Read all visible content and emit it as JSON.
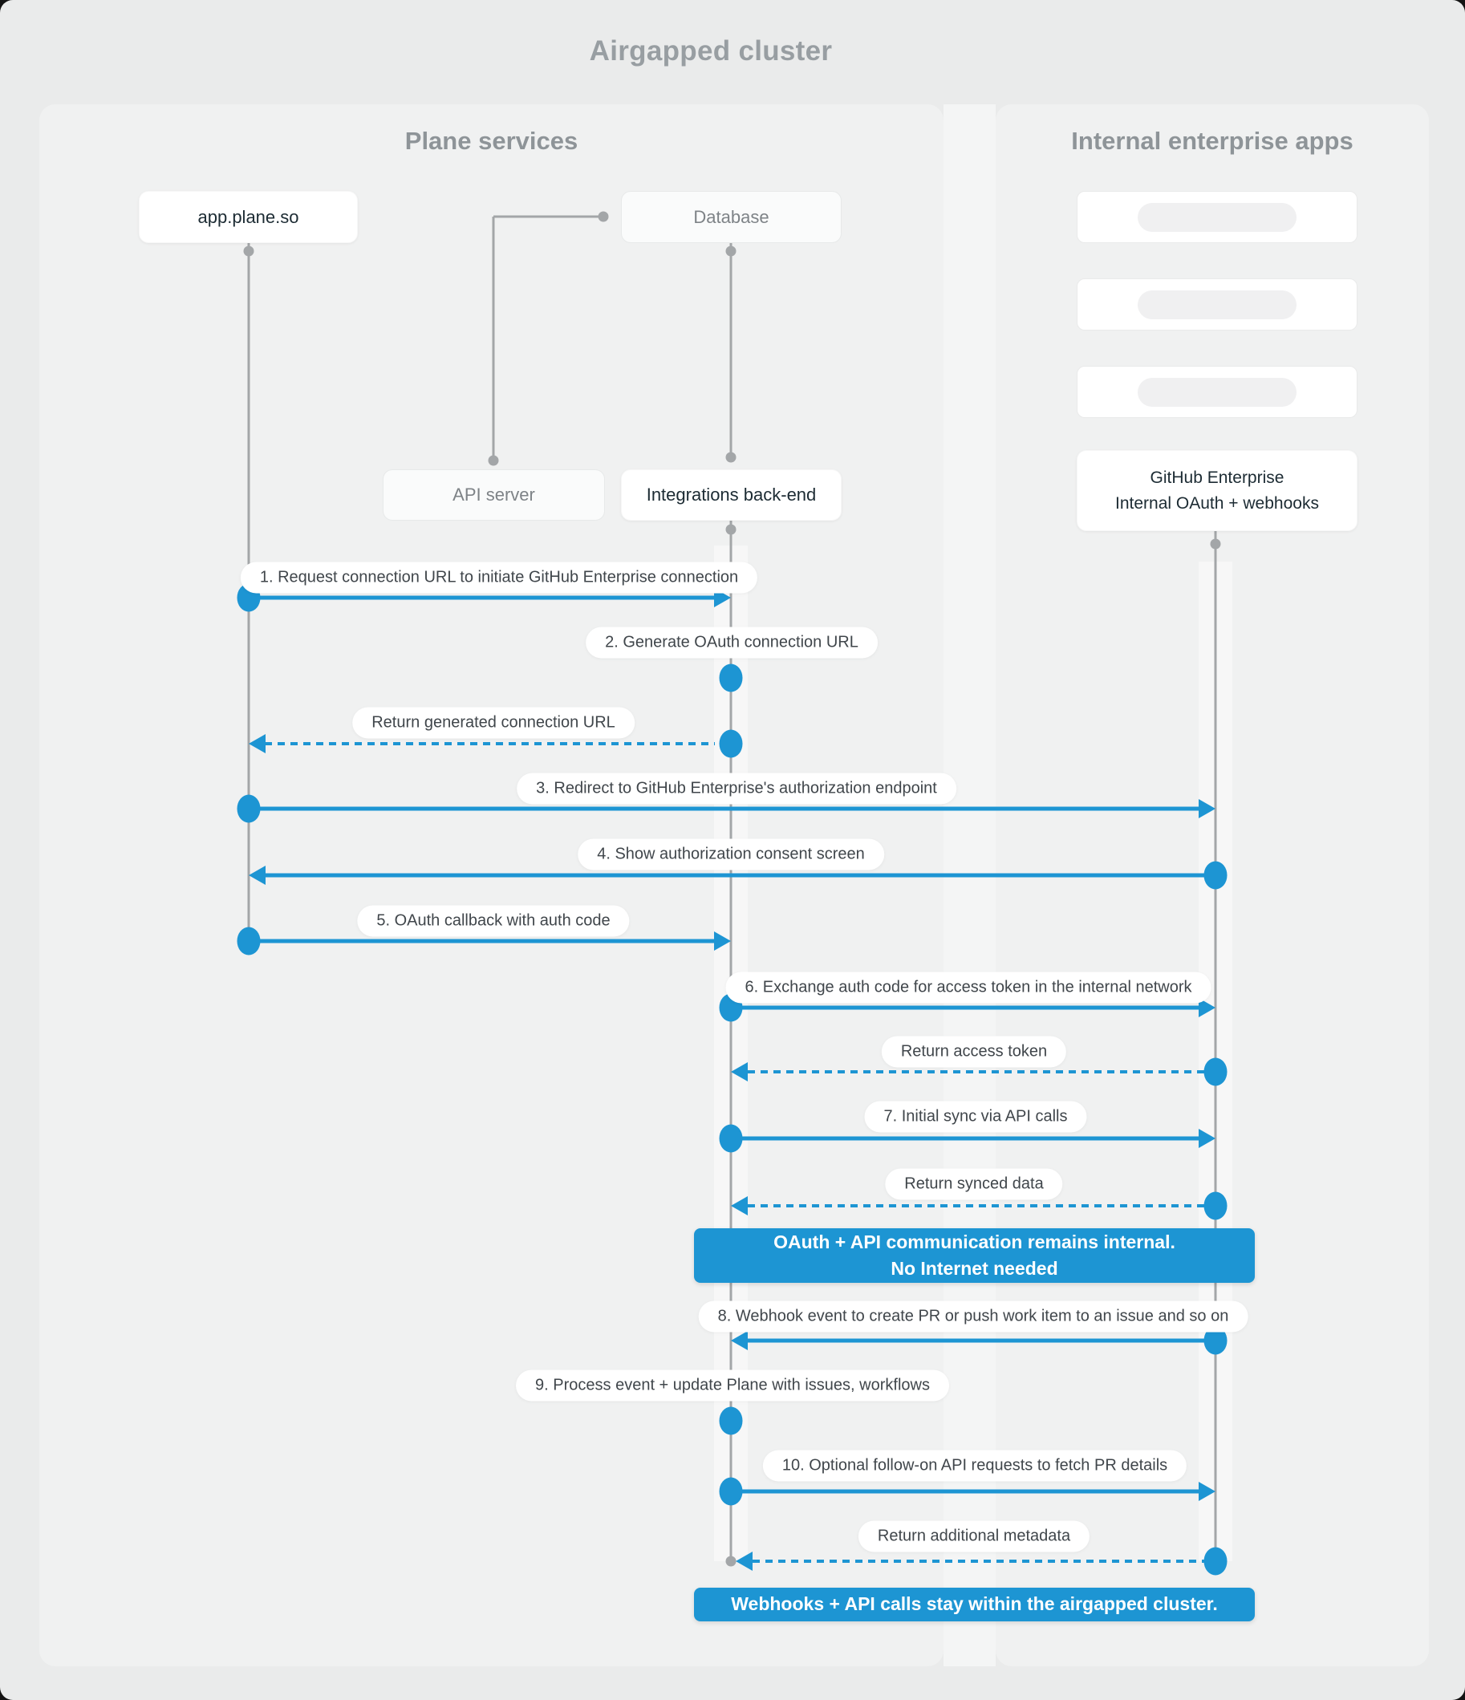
{
  "title": "Airgapped cluster",
  "panels": {
    "plane_services": {
      "title": "Plane services"
    },
    "internal_apps": {
      "title": "Internal enterprise apps"
    }
  },
  "actors": {
    "app_plane": {
      "label": "app.plane.so"
    },
    "database": {
      "label": "Database"
    },
    "api_server": {
      "label": "API server"
    },
    "integrations_backend": {
      "label": "Integrations back-end"
    },
    "github_enterprise": {
      "line1": "GitHub Enterprise",
      "line2": "Internal OAuth + webhooks"
    }
  },
  "messages": [
    {
      "label": "1. Request connection URL to initiate GitHub Enterprise connection",
      "from": "app.plane.so",
      "to": "Integrations back-end",
      "style": "solid"
    },
    {
      "label": "2. Generate OAuth connection URL",
      "from": "Integrations back-end",
      "to": "Integrations back-end",
      "style": "self"
    },
    {
      "label": "Return generated connection URL",
      "from": "Integrations back-end",
      "to": "app.plane.so",
      "style": "dashed"
    },
    {
      "label": "3. Redirect to GitHub Enterprise's authorization endpoint",
      "from": "app.plane.so",
      "to": "GitHub Enterprise",
      "style": "solid"
    },
    {
      "label": "4. Show authorization consent screen",
      "from": "GitHub Enterprise",
      "to": "app.plane.so",
      "style": "solid"
    },
    {
      "label": "5. OAuth callback with auth code",
      "from": "app.plane.so",
      "to": "Integrations back-end",
      "style": "solid"
    },
    {
      "label": "6. Exchange auth code for access token in the internal network",
      "from": "Integrations back-end",
      "to": "GitHub Enterprise",
      "style": "solid"
    },
    {
      "label": "Return access token",
      "from": "GitHub Enterprise",
      "to": "Integrations back-end",
      "style": "dashed"
    },
    {
      "label": "7. Initial sync via API calls",
      "from": "Integrations back-end",
      "to": "GitHub Enterprise",
      "style": "solid"
    },
    {
      "label": "Return synced data",
      "from": "GitHub Enterprise",
      "to": "Integrations back-end",
      "style": "dashed"
    },
    {
      "label": "8. Webhook event to create PR or push work item to an issue and so on",
      "from": "GitHub Enterprise",
      "to": "Integrations back-end",
      "style": "solid"
    },
    {
      "label": "9. Process event + update Plane with issues, workflows",
      "from": "Integrations back-end",
      "to": "Integrations back-end",
      "style": "self"
    },
    {
      "label": "10. Optional follow-on API requests to fetch PR details",
      "from": "Integrations back-end",
      "to": "GitHub Enterprise",
      "style": "solid"
    },
    {
      "label": "Return additional metadata",
      "from": "GitHub Enterprise",
      "to": "Integrations back-end",
      "style": "dashed"
    }
  ],
  "banners": [
    {
      "line1": "OAuth + API communication remains internal.",
      "line2": "No Internet needed"
    },
    {
      "line1": "Webhooks + API calls stay within the airgapped cluster."
    }
  ],
  "colors": {
    "accent": "#1d95d3",
    "lifeline": "#a3a6a8",
    "page_bg": "#eaebeb",
    "panel_bg": "#f0f1f1"
  }
}
